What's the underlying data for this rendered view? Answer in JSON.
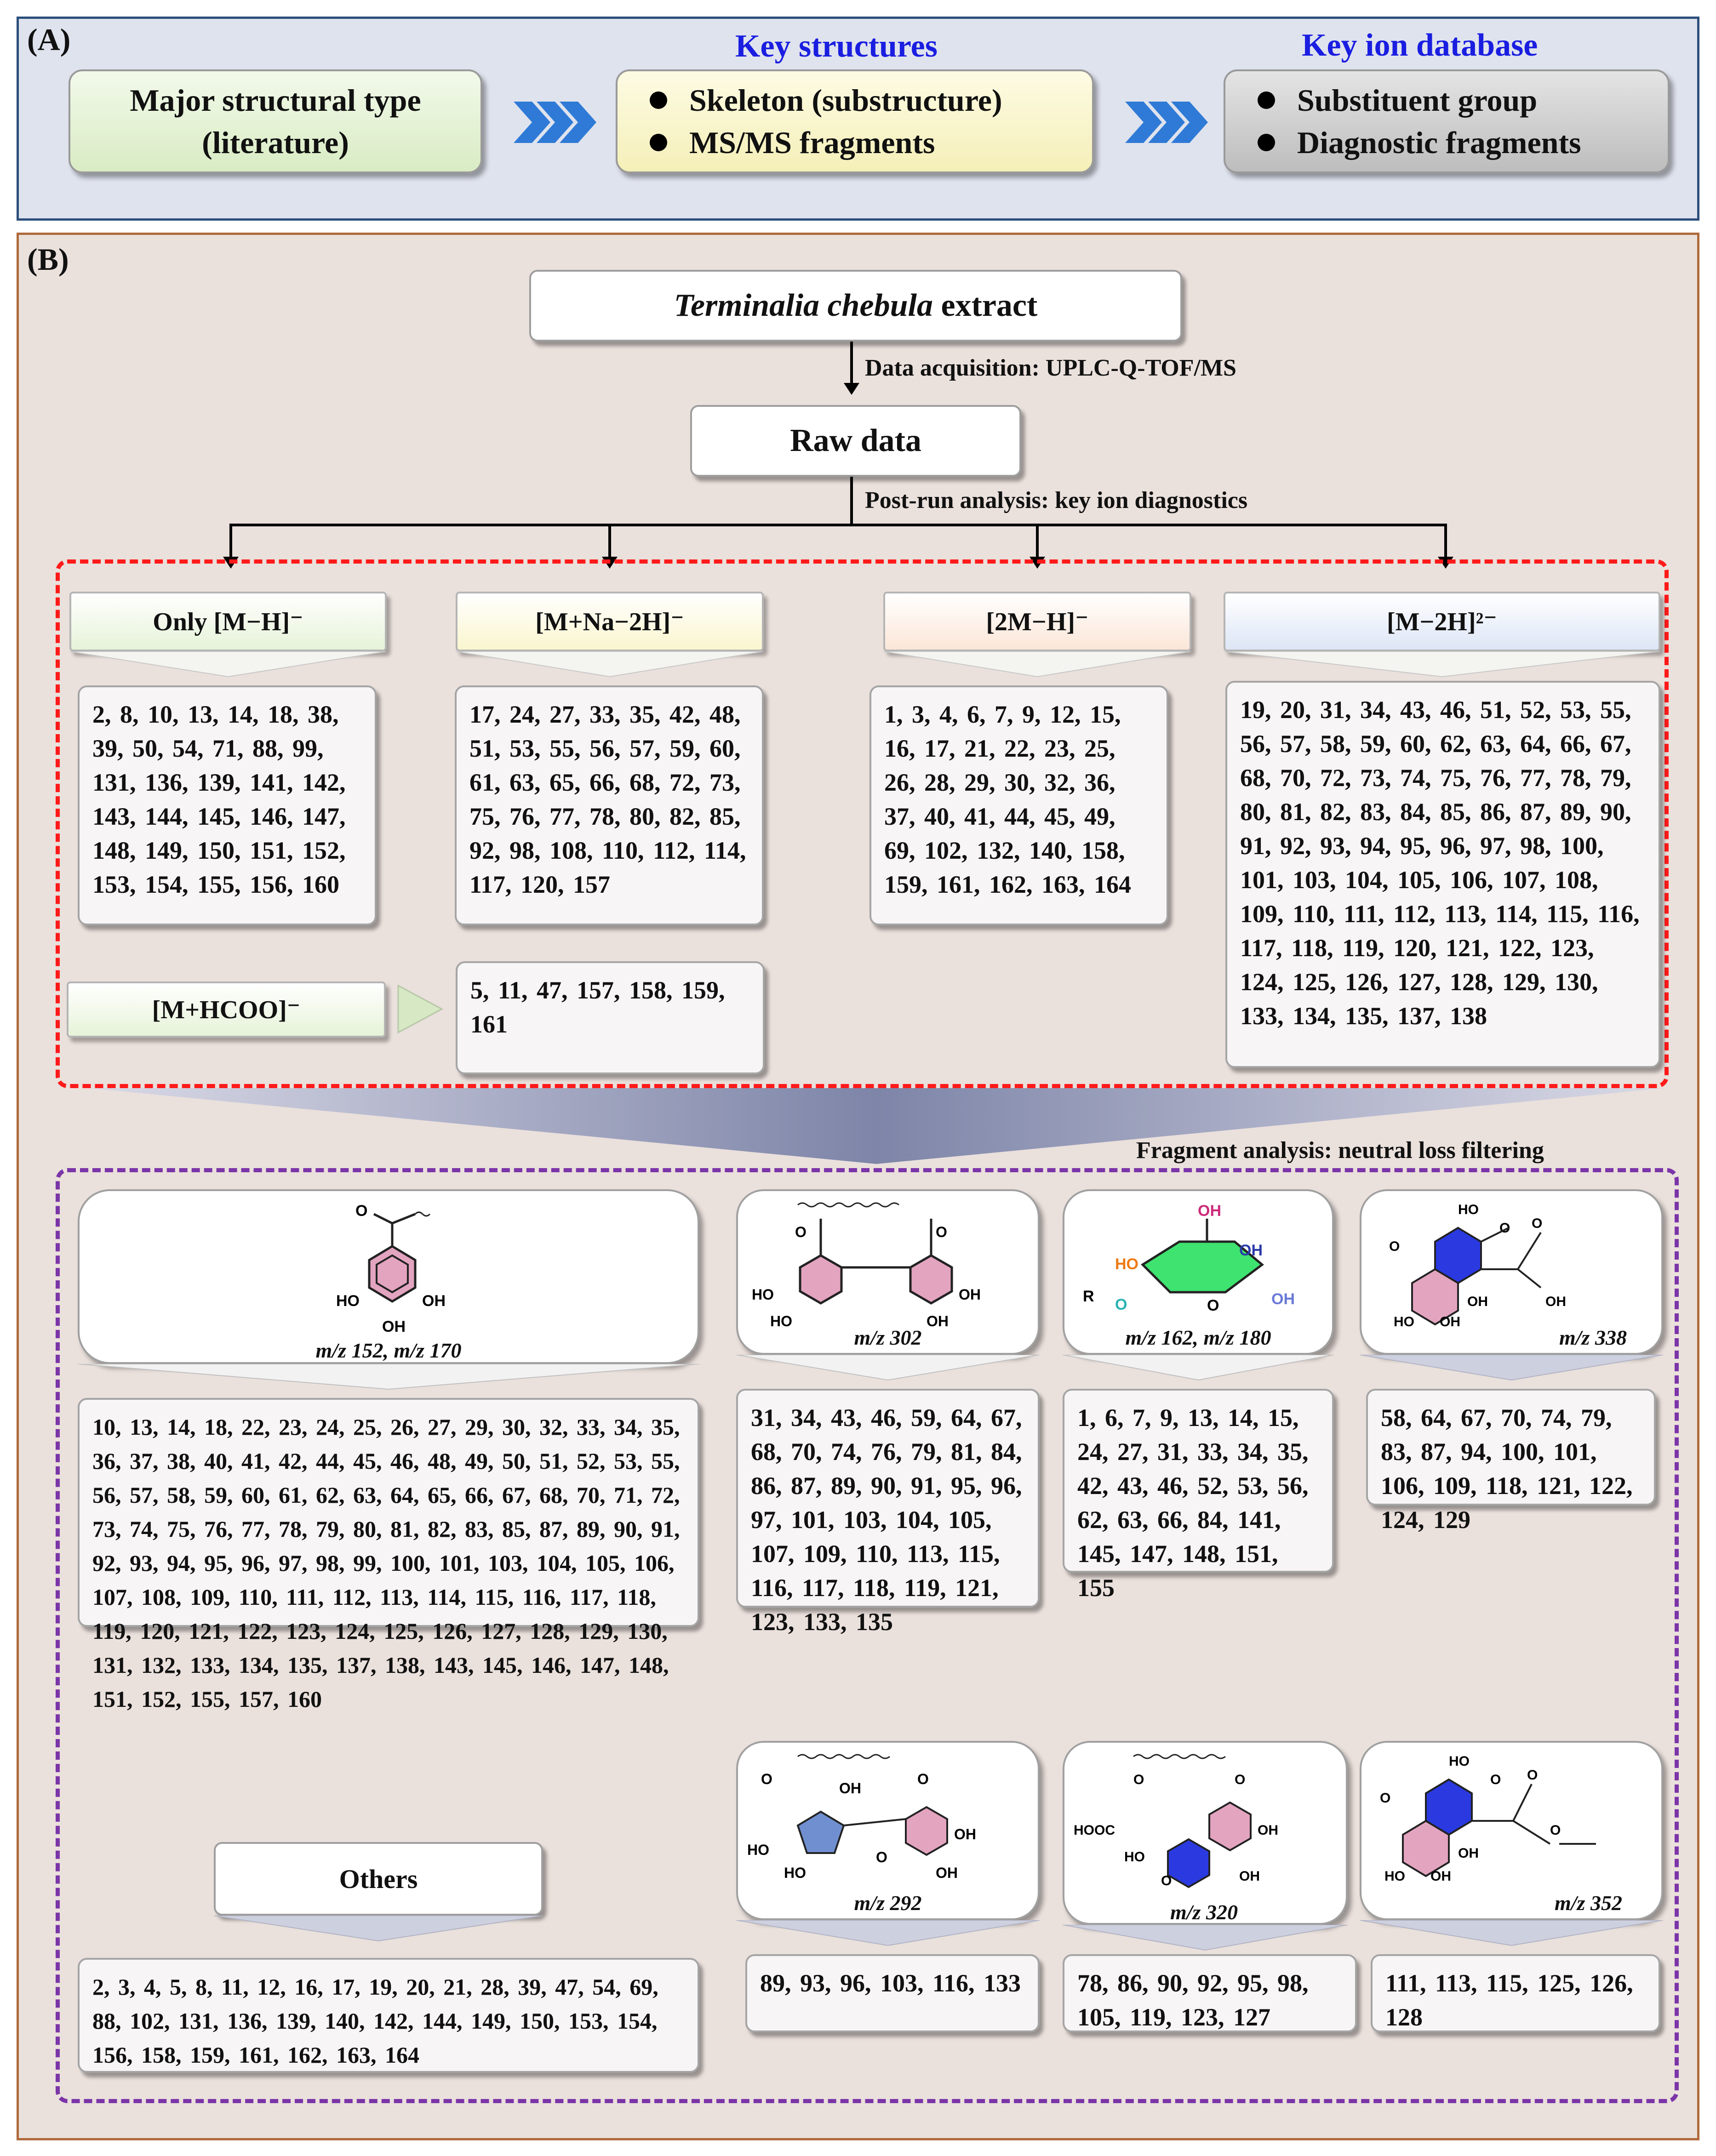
{
  "panel_a": {
    "label": "(A)",
    "box1": {
      "line1": "Major structural type",
      "line2": "(literature)"
    },
    "heading2": "Key structures",
    "box2": {
      "item1": "Skeleton (substructure)",
      "item2": "MS/MS fragments"
    },
    "heading3": "Key ion database",
    "box3": {
      "item1": "Substituent group",
      "item2": "Diagnostic fragments"
    }
  },
  "panel_b": {
    "label": "(B)",
    "extract": {
      "species": "Terminalia chebula",
      "suffix": " extract"
    },
    "step1_label": "Data acquisition: UPLC-Q-TOF/MS",
    "raw_data": "Raw data",
    "step2_label": "Post-run analysis: key ion diagnostics",
    "ion_groups": [
      {
        "label": "Only [M−H]⁻",
        "compounds": "2, 8, 10, 13, 14, 18, 38, 39, 50, 54, 71, 88, 99, 131, 136, 139, 141, 142, 143, 144, 145, 146, 147, 148, 149, 150, 151, 152, 153, 154, 155, 156, 160",
        "color": "#e6f3d8"
      },
      {
        "label": "[M+Na−2H]⁻",
        "compounds": "17, 24, 27, 33, 35, 42, 48, 51, 53, 55, 56, 57, 59, 60, 61, 63, 65, 66, 68, 72, 73, 75, 76, 77, 78, 80, 82, 85, 92, 98, 108, 110, 112, 114, 117, 120, 157",
        "color": "#faf6cf"
      },
      {
        "label": "[2M−H]⁻",
        "compounds": "1, 3, 4, 6, 7, 9, 12, 15, 16, 17, 21, 22, 23, 25, 26, 28, 29, 30, 32, 36, 37, 40, 41, 44, 45, 49, 69, 102, 132, 140, 158, 159, 161, 162, 163, 164",
        "color": "#fbe6d8"
      },
      {
        "label": "[M−2H]²⁻",
        "compounds": "19, 20, 31, 34, 43, 46, 51, 52, 53, 55, 56, 57, 58, 59, 60, 62, 63, 64, 66, 67, 68, 70, 72, 73, 74, 75, 76, 77, 78, 79, 80, 81, 82, 83, 84, 85, 86, 87, 89, 90, 91, 92, 93, 94, 95, 96, 97, 98, 100, 101, 103, 104, 105, 106, 107, 108, 109, 110, 111, 112, 113, 114, 115, 116, 117, 118, 119, 120, 121, 122, 123, 124, 125, 126, 127, 128, 129, 130, 133, 134, 135, 137, 138",
        "color": "#dde6f6"
      },
      {
        "label": "[M+HCOO]⁻",
        "compounds": "5, 11, 47, 157, 158, 159, 161",
        "color": "#e6f3d8"
      }
    ],
    "step3_label": "Fragment analysis: neutral loss filtering",
    "fragments": [
      {
        "caption": "m/z 152, m/z 170",
        "compounds": "10, 13, 14, 18, 22, 23, 24, 25, 26, 27, 29, 30, 32, 33, 34, 35, 36, 37, 38, 40, 41, 42, 44, 45, 46, 48, 49, 50, 51, 52, 53, 55, 56, 57, 58, 59, 60, 61, 62, 63, 64, 65, 66, 67, 68, 70, 71, 72, 73, 74, 75, 76, 77, 78, 79, 80, 81, 82, 83, 85, 87, 89, 90, 91, 92, 93, 94, 95, 96, 97, 98, 99, 100, 101, 103, 104, 105, 106, 107, 108, 109, 110, 111, 112, 113, 114, 115, 116, 117, 118, 119, 120, 121, 122, 123, 124, 125, 126, 127, 128, 129, 130, 131, 132, 133, 134, 135, 137, 138, 143, 145, 146, 147, 148, 151, 152, 155, 157, 160"
      },
      {
        "caption": "m/z 302",
        "compounds": "31, 34, 43, 46, 59, 64, 67, 68, 70, 74, 76, 79, 81, 84, 86, 87, 89, 90, 91, 95, 96, 97, 101, 103, 104, 105, 107, 109, 110, 113, 115, 116, 117, 118, 119, 121, 123, 133, 135"
      },
      {
        "caption": "m/z 162, m/z 180",
        "compounds": "1, 6, 7, 9, 13, 14, 15, 24, 27, 31, 33, 34, 35, 42, 43, 46, 52, 53, 56, 62, 63, 66, 84, 141, 145, 147, 148, 151, 155"
      },
      {
        "caption": "m/z 338",
        "compounds": "58, 64, 67, 70, 74, 79, 83, 87, 94, 100, 101, 106, 109, 118, 121, 122, 124, 129"
      },
      {
        "caption": "m/z 292",
        "compounds": "89, 93, 96, 103, 116, 133"
      },
      {
        "caption": "m/z 320",
        "compounds": "78, 86, 90, 92, 95, 98, 105, 119, 123, 127"
      },
      {
        "caption": "m/z 352",
        "compounds": "111, 113, 115, 125, 126, 128"
      }
    ],
    "others": {
      "label": "Others",
      "compounds": "2, 3, 4, 5, 8, 11, 12, 16, 17, 19, 20, 21, 28, 39, 47, 54, 69, 88, 102, 131, 136, 139, 140, 142, 144, 149, 150, 153, 154, 156, 158, 159, 161, 162, 163, 164"
    },
    "atom_labels": {
      "oh": "OH",
      "ho": "HO",
      "o": "O",
      "r": "R",
      "hooc": "HOOC"
    }
  }
}
